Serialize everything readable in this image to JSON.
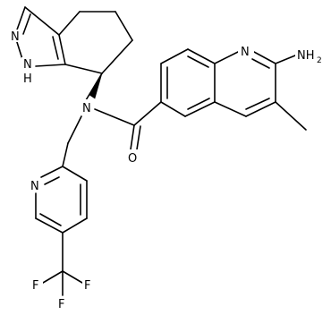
{
  "structure": {
    "atom_labels": {
      "n2_pyrazole": "N",
      "n1h_pyrazole": "N",
      "h_pyrazole": "H",
      "n_amide": "N",
      "n_quinoline": "N",
      "nh2": "NH",
      "nh2_sub": "2",
      "o_carbonyl": "O",
      "n_pyridine": "N",
      "f1": "F",
      "f2": "F",
      "f3": "F"
    }
  }
}
